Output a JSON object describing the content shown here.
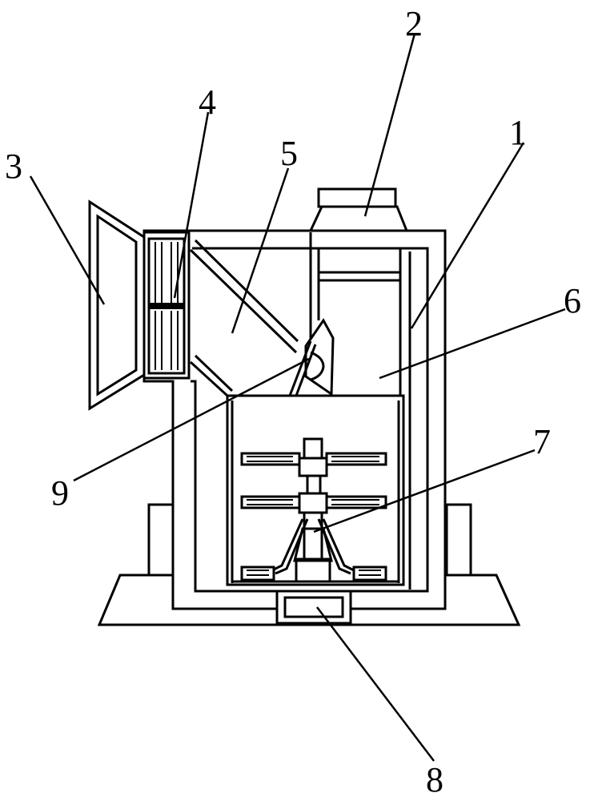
{
  "figure": {
    "labels": [
      {
        "id": "1",
        "text": "1"
      },
      {
        "id": "2",
        "text": "2"
      },
      {
        "id": "3",
        "text": "3"
      },
      {
        "id": "4",
        "text": "4"
      },
      {
        "id": "5",
        "text": "5"
      },
      {
        "id": "6",
        "text": "6"
      },
      {
        "id": "7",
        "text": "7"
      },
      {
        "id": "8",
        "text": "8"
      },
      {
        "id": "9",
        "text": "9"
      }
    ],
    "colors": {
      "line": "#000000",
      "background": "#ffffff"
    }
  }
}
